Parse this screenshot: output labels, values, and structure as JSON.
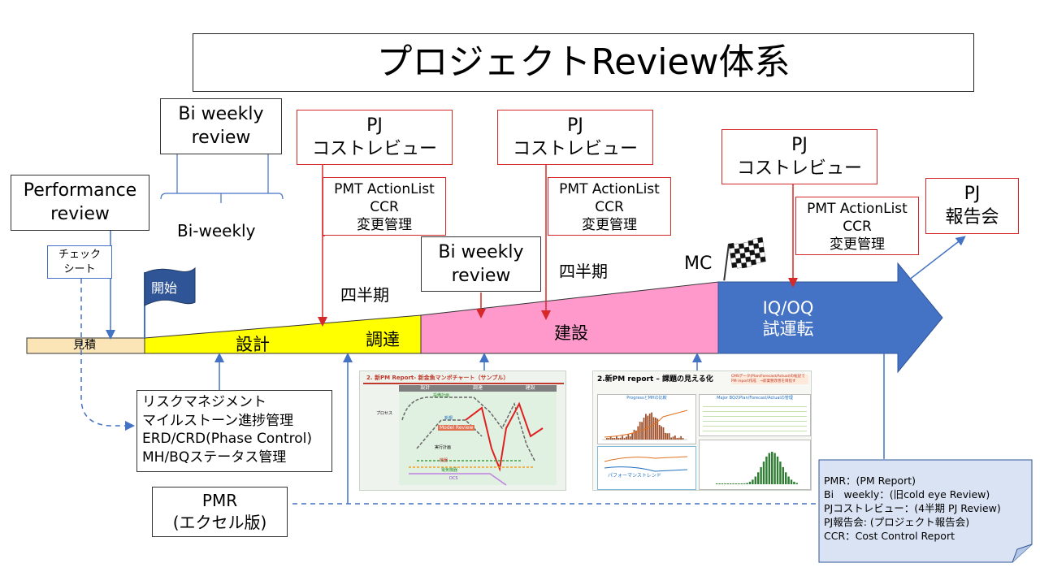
{
  "title": "プロジェクトReview体系",
  "boxes": {
    "biweekly_top": [
      "Bi weekly",
      "review"
    ],
    "biweekly_label": "Bi-weekly",
    "performance": [
      "Performance",
      "review"
    ],
    "check_sheet": [
      "チェック",
      "シート"
    ],
    "start_flag": "開始",
    "pj_cost_1": [
      "PJ",
      "コストレビュー"
    ],
    "pj_cost_2": [
      "PJ",
      "コストレビュー"
    ],
    "pj_cost_3": [
      "PJ",
      "コストレビュー"
    ],
    "action_1": [
      "PMT ActionList",
      "CCR",
      "変更管理"
    ],
    "action_2": [
      "PMT ActionList",
      "CCR",
      "変更管理"
    ],
    "action_3": [
      "PMT ActionList",
      "CCR",
      "変更管理"
    ],
    "biweekly_mid": [
      "Bi weekly",
      "review"
    ],
    "quarter_1": "四半期",
    "quarter_2": "四半期",
    "mc": "MC",
    "pj_report": [
      "PJ",
      "報告会"
    ],
    "risk_list": [
      "リスクマネジメント",
      "マイルストーン進捗管理",
      "ERD/CRD(Phase Control)",
      "MH/BQステータス管理"
    ],
    "pmr": [
      "PMR",
      "(エクセル版)"
    ]
  },
  "phases": {
    "estimate": "見積",
    "design": "設計",
    "procurement": "調達",
    "construction": "建設",
    "iqoq": [
      "IQ/OQ",
      "試運転"
    ]
  },
  "thumbnails": {
    "left_title": "2. 新PM Report- 新金魚マンボチャート（サンプル）",
    "left_cols": [
      "設計",
      "調達",
      "建設"
    ],
    "left_labels": [
      "設備計画",
      "プロセス",
      "新規",
      "Model Review",
      "実行計画",
      "機器",
      "電気機器",
      "DCS"
    ],
    "right_title": "2.新PM report – 課題の見える化",
    "right_note": "CMSデータ(Plan/Forecast/Actual)の転記でPM report作成　→即業務改善を目指す",
    "right_panel1": "ProgressとMHの比較",
    "right_panel2": "Major BQのPlan/Forecast/Actualの管理",
    "right_panel3": "パフォーマンストレンド"
  },
  "legend": [
    "PMR：(PM Report)",
    "Bi　weekly：(旧cold eye Review)",
    "PJコストレビュー：(4半期 PJ Review)",
    "PJ報告会: (プロジェクト報告会)",
    "CCR：Cost Control Report"
  ],
  "colors": {
    "estimate": "#fbe5b6",
    "design": "#ffff00",
    "construction": "#ff99cc",
    "iqoq": "#4472c4",
    "red_border": "#d62828",
    "blue_line": "#4472c4",
    "legend_bg": "#dae3f3"
  }
}
